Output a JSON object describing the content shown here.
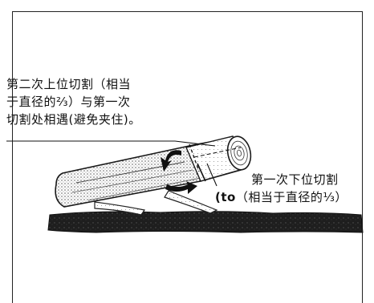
{
  "annotations": {
    "upper_cut": {
      "line1": "第二次上位切割（相当",
      "line2": "于直径的⅔）与第一次",
      "line3": "切割处相遇(避免夹住)。"
    },
    "lower_cut": {
      "line1": "第一次下位切割",
      "line2_prefix": "(to",
      "line2_rest": "（相当于直径的⅓）"
    }
  },
  "colors": {
    "ink": "#111111",
    "frame": "#222222",
    "ground": "#1e1e1e"
  }
}
